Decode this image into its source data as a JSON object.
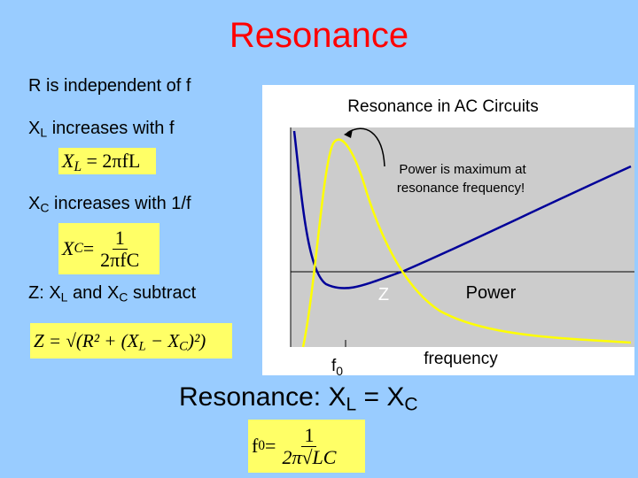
{
  "slide": {
    "title": "Resonance",
    "line_r": "R is independent of f",
    "line_xl_sym": "X",
    "line_xl_sub": "L",
    "line_xl_rest": " increases with f",
    "line_xc_sym": "X",
    "line_xc_sub": "C",
    "line_xc_rest": " increases with 1/f",
    "line_z_pre": "Z:  X",
    "line_z_sub1": "L",
    "line_z_mid": " and X",
    "line_z_sub2": "C",
    "line_z_post": " subtract",
    "formula_xl": {
      "lhs": "X",
      "sub": "L",
      "eq": " = 2πfL"
    },
    "formula_xc": {
      "lhs": "X",
      "sub": "C",
      "eq": " =",
      "num": "1",
      "den": "2πfC"
    },
    "formula_z": {
      "text": "Z = √(R² + (X",
      "sub1": "L",
      "mid": " − X",
      "sub2": "C",
      "end": ")²)"
    },
    "resonance_eq": {
      "pre": "Resonance: X",
      "sub1": "L",
      "mid": " = X",
      "sub2": "C"
    },
    "formula_f0": {
      "lhs": "f",
      "sub": "0",
      "eq": " =",
      "num": "1",
      "den": "2π√LC"
    }
  },
  "chart": {
    "title": "Resonance in AC Circuits",
    "annotation_line1": "Power is maximum at",
    "annotation_line2": "resonance frequency!",
    "label_z": "Z",
    "label_power": "Power",
    "xlabel": "frequency",
    "f0_label": "f",
    "f0_sub": "0",
    "colors": {
      "impedance": "#000099",
      "power": "#ffff00",
      "background": "#ffffff"
    }
  }
}
